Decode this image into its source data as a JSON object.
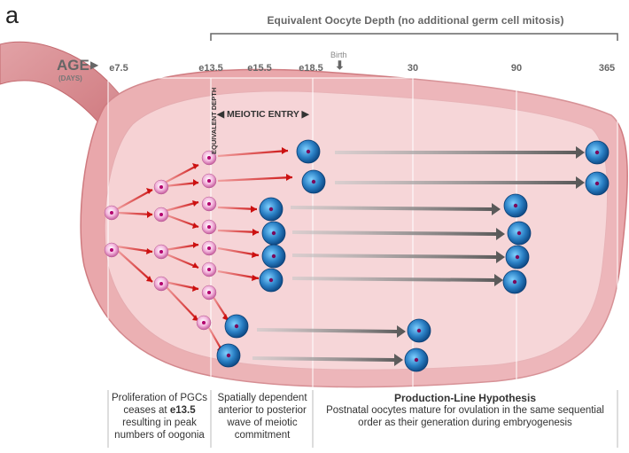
{
  "panel_letter": "a",
  "top_title": "Equivalent Oocyte Depth (no additional germ cell mitosis)",
  "age_label": "AGE",
  "age_arrow": "▶",
  "days_label": "(DAYS)",
  "ticks": [
    "e7.5",
    "e13.5",
    "e15.5",
    "e18.5",
    "30",
    "90",
    "365"
  ],
  "birth_label": "Birth",
  "birth_arrow": "⬇",
  "equivalent_depth_label": "EQUIVALENT DEPTH",
  "meiotic_entry_label": "◀ MEIOTIC ENTRY ▶",
  "captions": {
    "proliferation_pre": "Proliferation of PGCs ceases at ",
    "proliferation_bold": "e13.5",
    "proliferation_post": " resulting in peak numbers of oogonia",
    "spatial": "Spatially dependent anterior to posterior wave of meiotic commitment",
    "hypothesis_title": "Production-Line Hypothesis",
    "hypothesis_body": "Postnatal oocytes mature for ovulation in the same sequential order as their generation during embryogenesis"
  },
  "colors": {
    "ovary_fill": "#f3c4c6",
    "ovary_edge": "#d98a8e",
    "oogonia": "#e890c8",
    "oocyte": "#2a7fc4",
    "arrow_red": "#cc2222",
    "arrow_grey": "#777777"
  }
}
